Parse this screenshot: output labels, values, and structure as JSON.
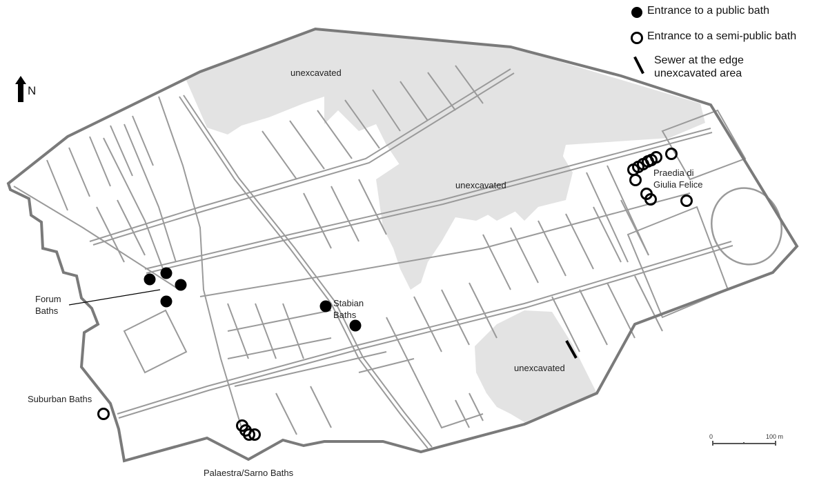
{
  "legend": {
    "items": [
      {
        "symbol": "filled-circle",
        "label": "Entrance to a public bath"
      },
      {
        "symbol": "open-circle",
        "label": "Entrance to a semi-public bath"
      },
      {
        "symbol": "sewer-line",
        "label": "Sewer at the edge unexcavated area"
      }
    ]
  },
  "north_arrow": {
    "label": "N"
  },
  "scale_bar": {
    "start": "0",
    "end": "100 m"
  },
  "areas": {
    "unexcavated_north": "unexcavated",
    "unexcavated_center": "unexcavated",
    "unexcavated_south": "unexcavated"
  },
  "baths": {
    "forum": {
      "line1": "Forum",
      "line2": "Baths"
    },
    "stabian": {
      "line1": "Stabian",
      "line2": "Baths"
    },
    "praedia": {
      "line1": "Praedia di",
      "line2": "Giulia Felice"
    },
    "suburban": {
      "label": "Suburban Baths"
    },
    "palaestra": {
      "label": "Palaestra/Sarno Baths"
    }
  },
  "colors": {
    "wall": "#7a7a7a",
    "street": "#9a9a9a",
    "unexcavated": "#e3e3e3",
    "marker": "#000000"
  }
}
